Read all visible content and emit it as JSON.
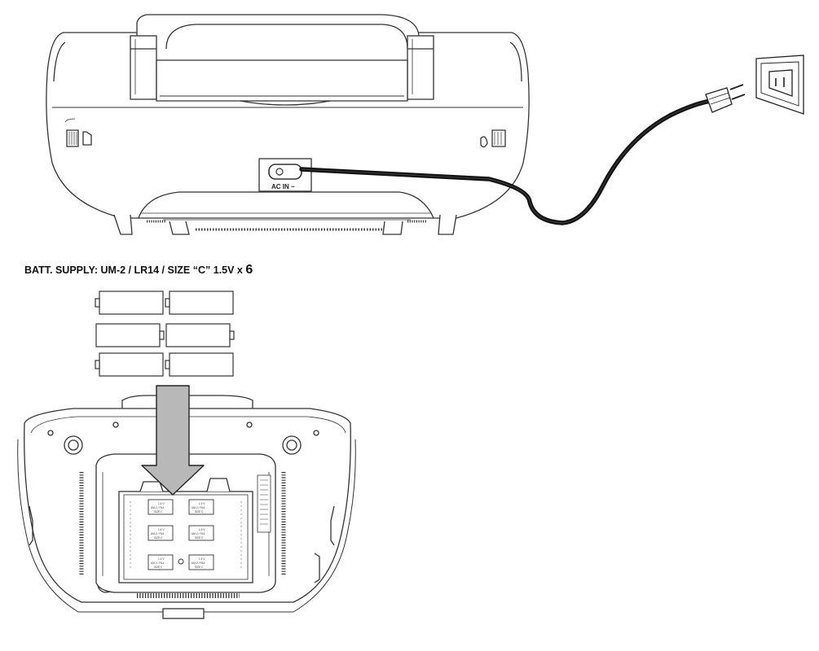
{
  "battery_supply": {
    "prefix": "BATT. SUPPLY: UM-2 / LR14 / SIZE “C” 1.5V x ",
    "count": "6"
  },
  "ac_input": {
    "label": "AC IN ~"
  },
  "battery_slot_label": {
    "line1": "1.5 V",
    "line2": "UM-2 / R14",
    "line3": "SIZE C"
  },
  "colors": {
    "line": "#333333",
    "cord": "#111111",
    "arrow_fill": "#b8b8b8",
    "arrow_stroke": "#222222"
  }
}
